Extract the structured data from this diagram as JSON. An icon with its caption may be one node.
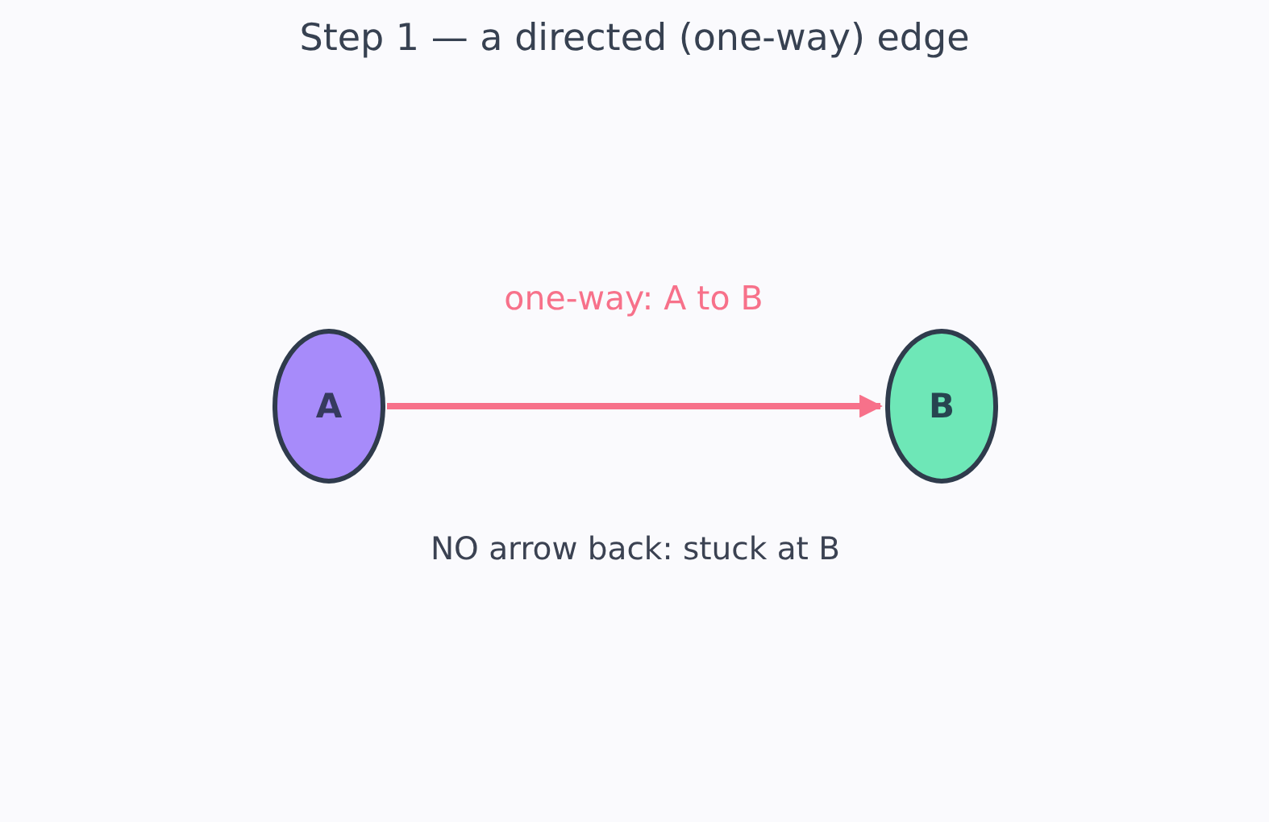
{
  "diagram": {
    "title": "Step 1 — a directed (one-way) edge",
    "nodes": [
      {
        "text": [
          "A"
        ]
      },
      {
        "text": [
          "B"
        ]
      }
    ],
    "edges": [
      {
        "from": 0,
        "to": 1,
        "arrow": "to",
        "label": "one-way: A to B"
      }
    ],
    "labels": [
      "NO arrow back: stuck at B"
    ]
  }
}
